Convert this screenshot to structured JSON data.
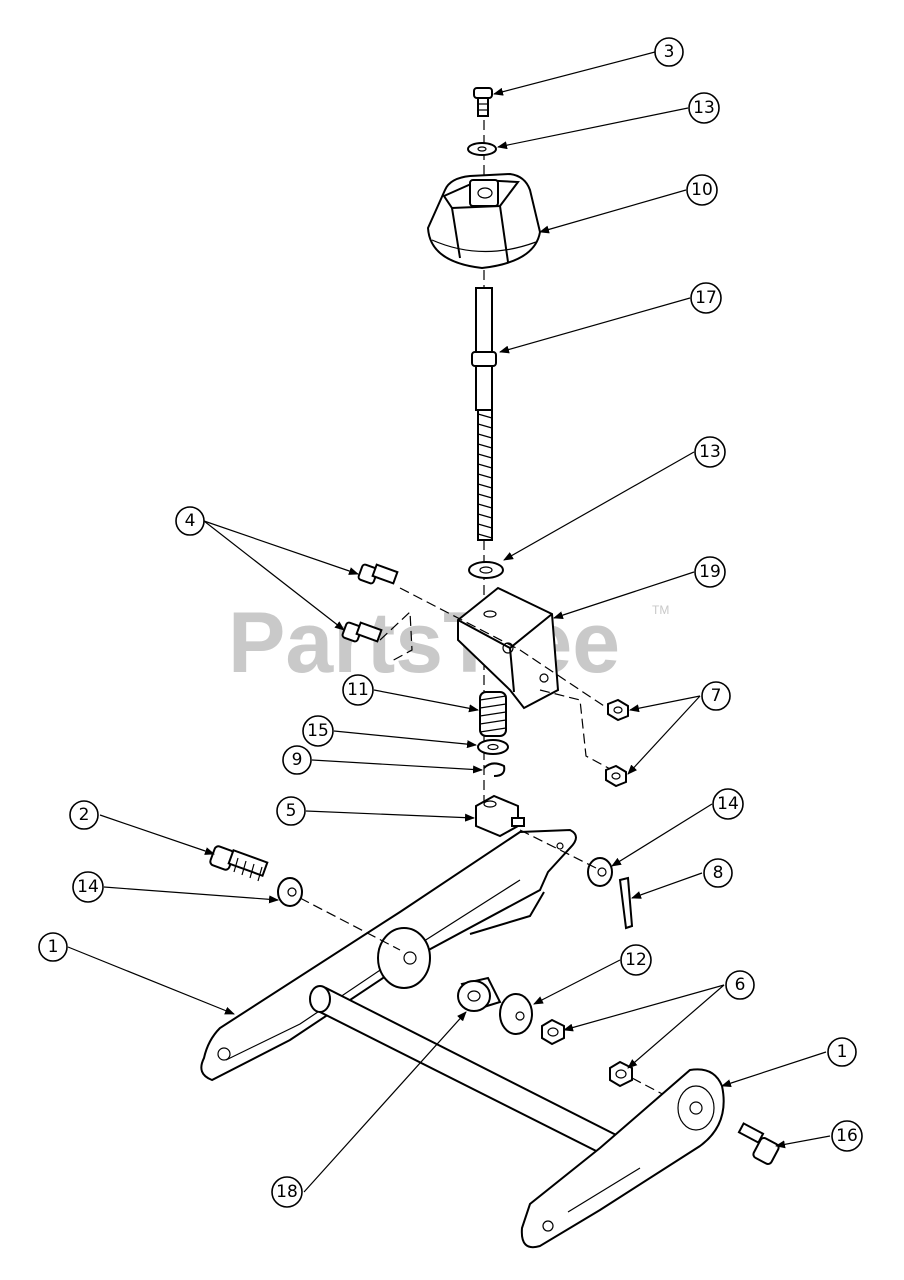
{
  "watermark": {
    "text": "PartsTree",
    "trademark": "TM"
  },
  "callouts": [
    {
      "id": "c-3a",
      "label": "3"
    },
    {
      "id": "c-13a",
      "label": "13"
    },
    {
      "id": "c-10",
      "label": "10"
    },
    {
      "id": "c-17",
      "label": "17"
    },
    {
      "id": "c-13b",
      "label": "13"
    },
    {
      "id": "c-4",
      "label": "4"
    },
    {
      "id": "c-19",
      "label": "19"
    },
    {
      "id": "c-11",
      "label": "11"
    },
    {
      "id": "c-7",
      "label": "7"
    },
    {
      "id": "c-15",
      "label": "15"
    },
    {
      "id": "c-9",
      "label": "9"
    },
    {
      "id": "c-5",
      "label": "5"
    },
    {
      "id": "c-14a",
      "label": "14"
    },
    {
      "id": "c-2",
      "label": "2"
    },
    {
      "id": "c-8",
      "label": "8"
    },
    {
      "id": "c-14b",
      "label": "14"
    },
    {
      "id": "c-12",
      "label": "12"
    },
    {
      "id": "c-1a",
      "label": "1"
    },
    {
      "id": "c-6",
      "label": "6"
    },
    {
      "id": "c-1b",
      "label": "1"
    },
    {
      "id": "c-16",
      "label": "16"
    },
    {
      "id": "c-18",
      "label": "18"
    }
  ]
}
